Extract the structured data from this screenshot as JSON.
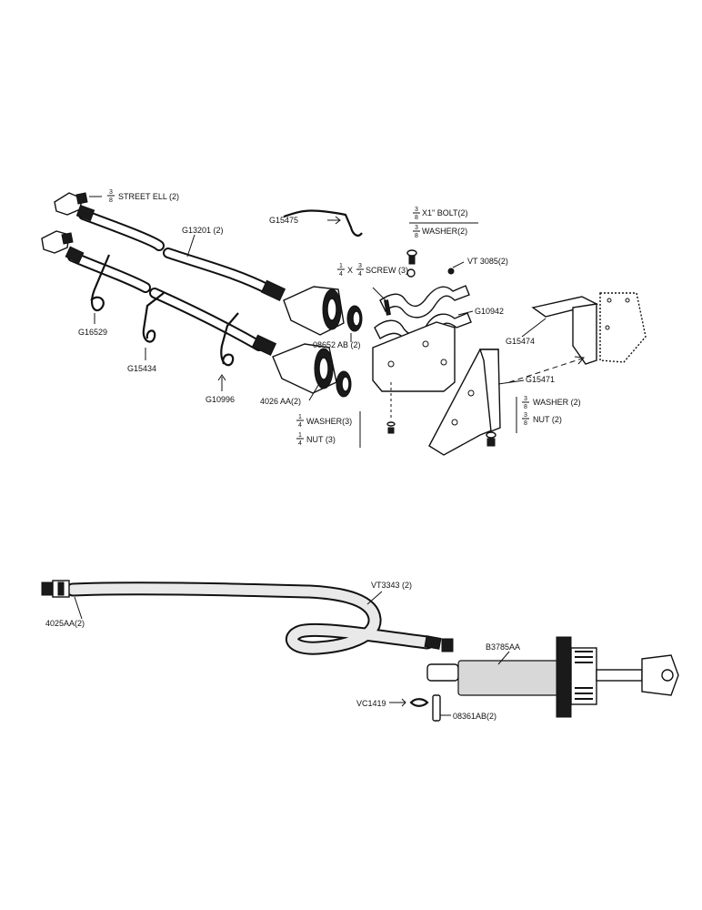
{
  "labels": {
    "street_ell": "STREET ELL (2)",
    "street_ell_frac_num": "3",
    "street_ell_frac_den": "8",
    "g13201": "G13201 (2)",
    "g15475": "G15475",
    "bolt": "X1\" BOLT(2)",
    "bolt_frac_num": "3",
    "bolt_frac_den": "8",
    "washer_top": "WASHER(2)",
    "washer_top_frac_num": "3",
    "washer_top_frac_den": "8",
    "screw_a_num": "1",
    "screw_a_den": "4",
    "screw_x": "X",
    "screw_b_num": "3",
    "screw_b_den": "4",
    "screw": "SCREW (3)",
    "vt3085": "VT 3085(2)",
    "g10942": "G10942",
    "g15474": "G15474",
    "g16529": "G16529",
    "g15434": "G15434",
    "g10996": "G10996",
    "o8652": "08652 AB (2)",
    "c4026": "4026 AA(2)",
    "g15471": "G15471",
    "washer_right": "WASHER (2)",
    "washer_right_num": "3",
    "washer_right_den": "8",
    "nut_right": "NUT  (2)",
    "nut_right_num": "3",
    "nut_right_den": "8",
    "washer_left": "WASHER(3)",
    "washer_left_num": "1",
    "washer_left_den": "4",
    "nut_left": "NUT (3)",
    "nut_left_num": "1",
    "nut_left_den": "4",
    "vt3343": "VT3343 (2)",
    "c4025": "4025AA(2)",
    "b3785": "B3785AA",
    "vc1419": "VC1419",
    "o8361": "08361AB(2)"
  }
}
